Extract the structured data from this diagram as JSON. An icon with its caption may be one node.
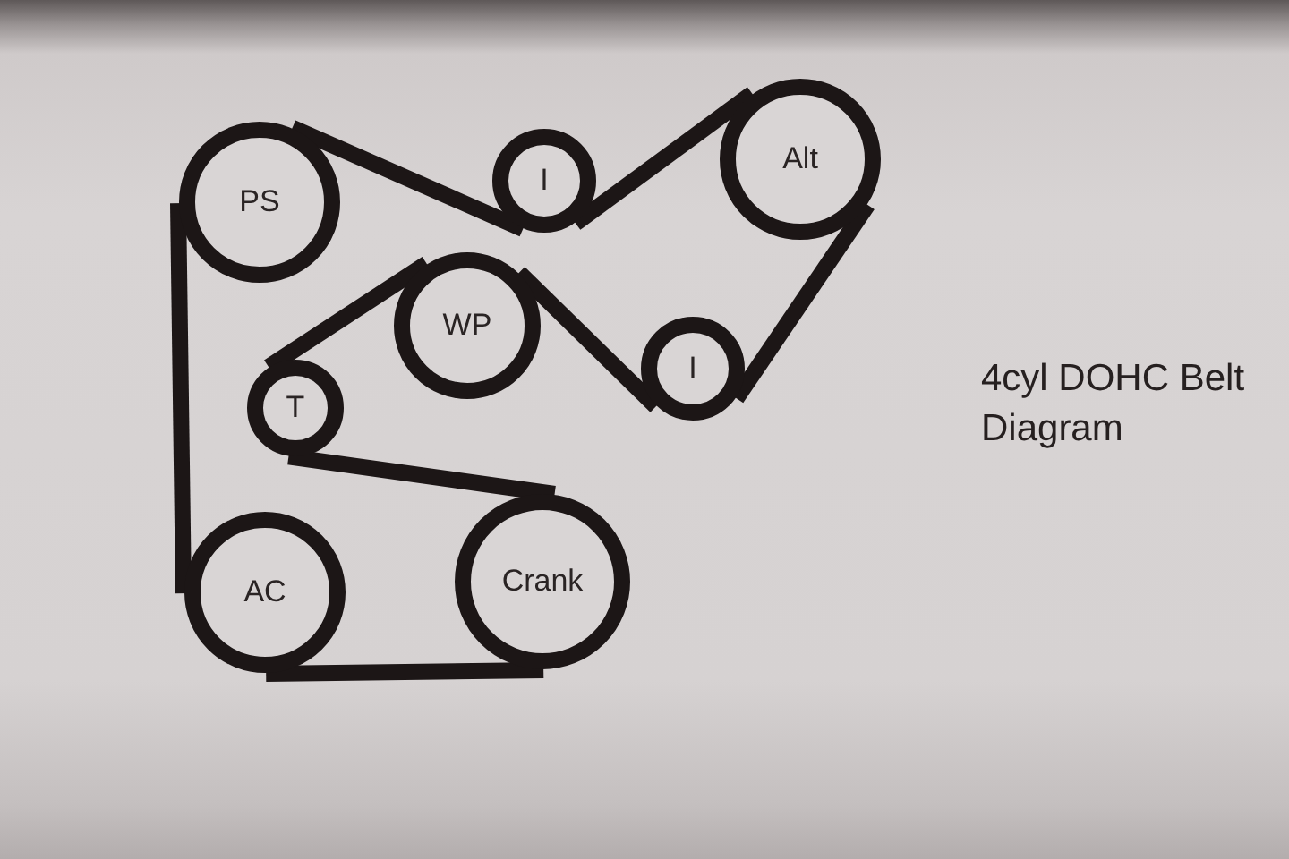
{
  "diagram": {
    "title": "4cyl DOHC Belt Diagram",
    "nodes": [
      {
        "text": [
          "PS"
        ]
      },
      {
        "text": [
          "I"
        ]
      },
      {
        "text": [
          "Alt"
        ]
      },
      {
        "text": [
          "T"
        ]
      },
      {
        "text": [
          "WP"
        ]
      },
      {
        "text": [
          "I"
        ]
      },
      {
        "text": [
          "AC"
        ]
      },
      {
        "text": [
          "Crank"
        ]
      }
    ],
    "edges": [
      {
        "from": 0,
        "to": 1,
        "arrow": "none"
      },
      {
        "from": 1,
        "to": 2,
        "arrow": "none"
      },
      {
        "from": 2,
        "to": 5,
        "arrow": "none"
      },
      {
        "from": 5,
        "to": 4,
        "arrow": "none"
      },
      {
        "from": 4,
        "to": 3,
        "arrow": "none"
      },
      {
        "from": 3,
        "to": 7,
        "arrow": "none"
      },
      {
        "from": 7,
        "to": 6,
        "arrow": "none"
      },
      {
        "from": 6,
        "to": 0,
        "arrow": "none"
      }
    ]
  }
}
